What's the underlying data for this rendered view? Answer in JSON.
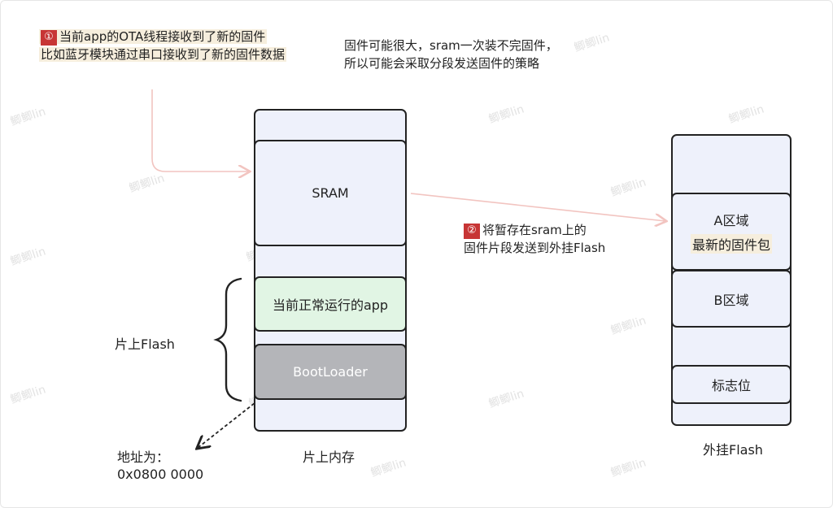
{
  "notes": {
    "step1": {
      "badge": "①",
      "line1": "当前app的OTA线程接收到了新的固件",
      "line2": "比如蓝牙模块通过串口接收到了新的固件数据"
    },
    "sram_note": {
      "line1": "固件可能很大，sram一次装不完固件，",
      "line2": "所以可能会采取分段发送固件的策略"
    },
    "step2": {
      "badge": "②",
      "line1": "将暂存在sram上的",
      "line2": "固件片段发送到外挂Flash"
    }
  },
  "internal_memory": {
    "caption": "片上内存",
    "sram": "SRAM",
    "app": "当前正常运行的app",
    "bootloader": "BootLoader",
    "flash_label": "片上Flash",
    "address_label": "地址为：",
    "address_value": "0x0800 0000"
  },
  "external_flash": {
    "caption": "外挂Flash",
    "region_a": "A区域",
    "region_a_sub": "最新的固件包",
    "region_b": "B区域",
    "flag": "标志位"
  },
  "watermark": "鲫鲫lin",
  "colors": {
    "box_fill": "#eef1fb",
    "app_fill": "#e1f5e4",
    "bootloader_fill": "#b4b5b9",
    "highlight": "#f6eedd",
    "badge": "#c73535",
    "flow_arrow": "#f2c4c0"
  }
}
